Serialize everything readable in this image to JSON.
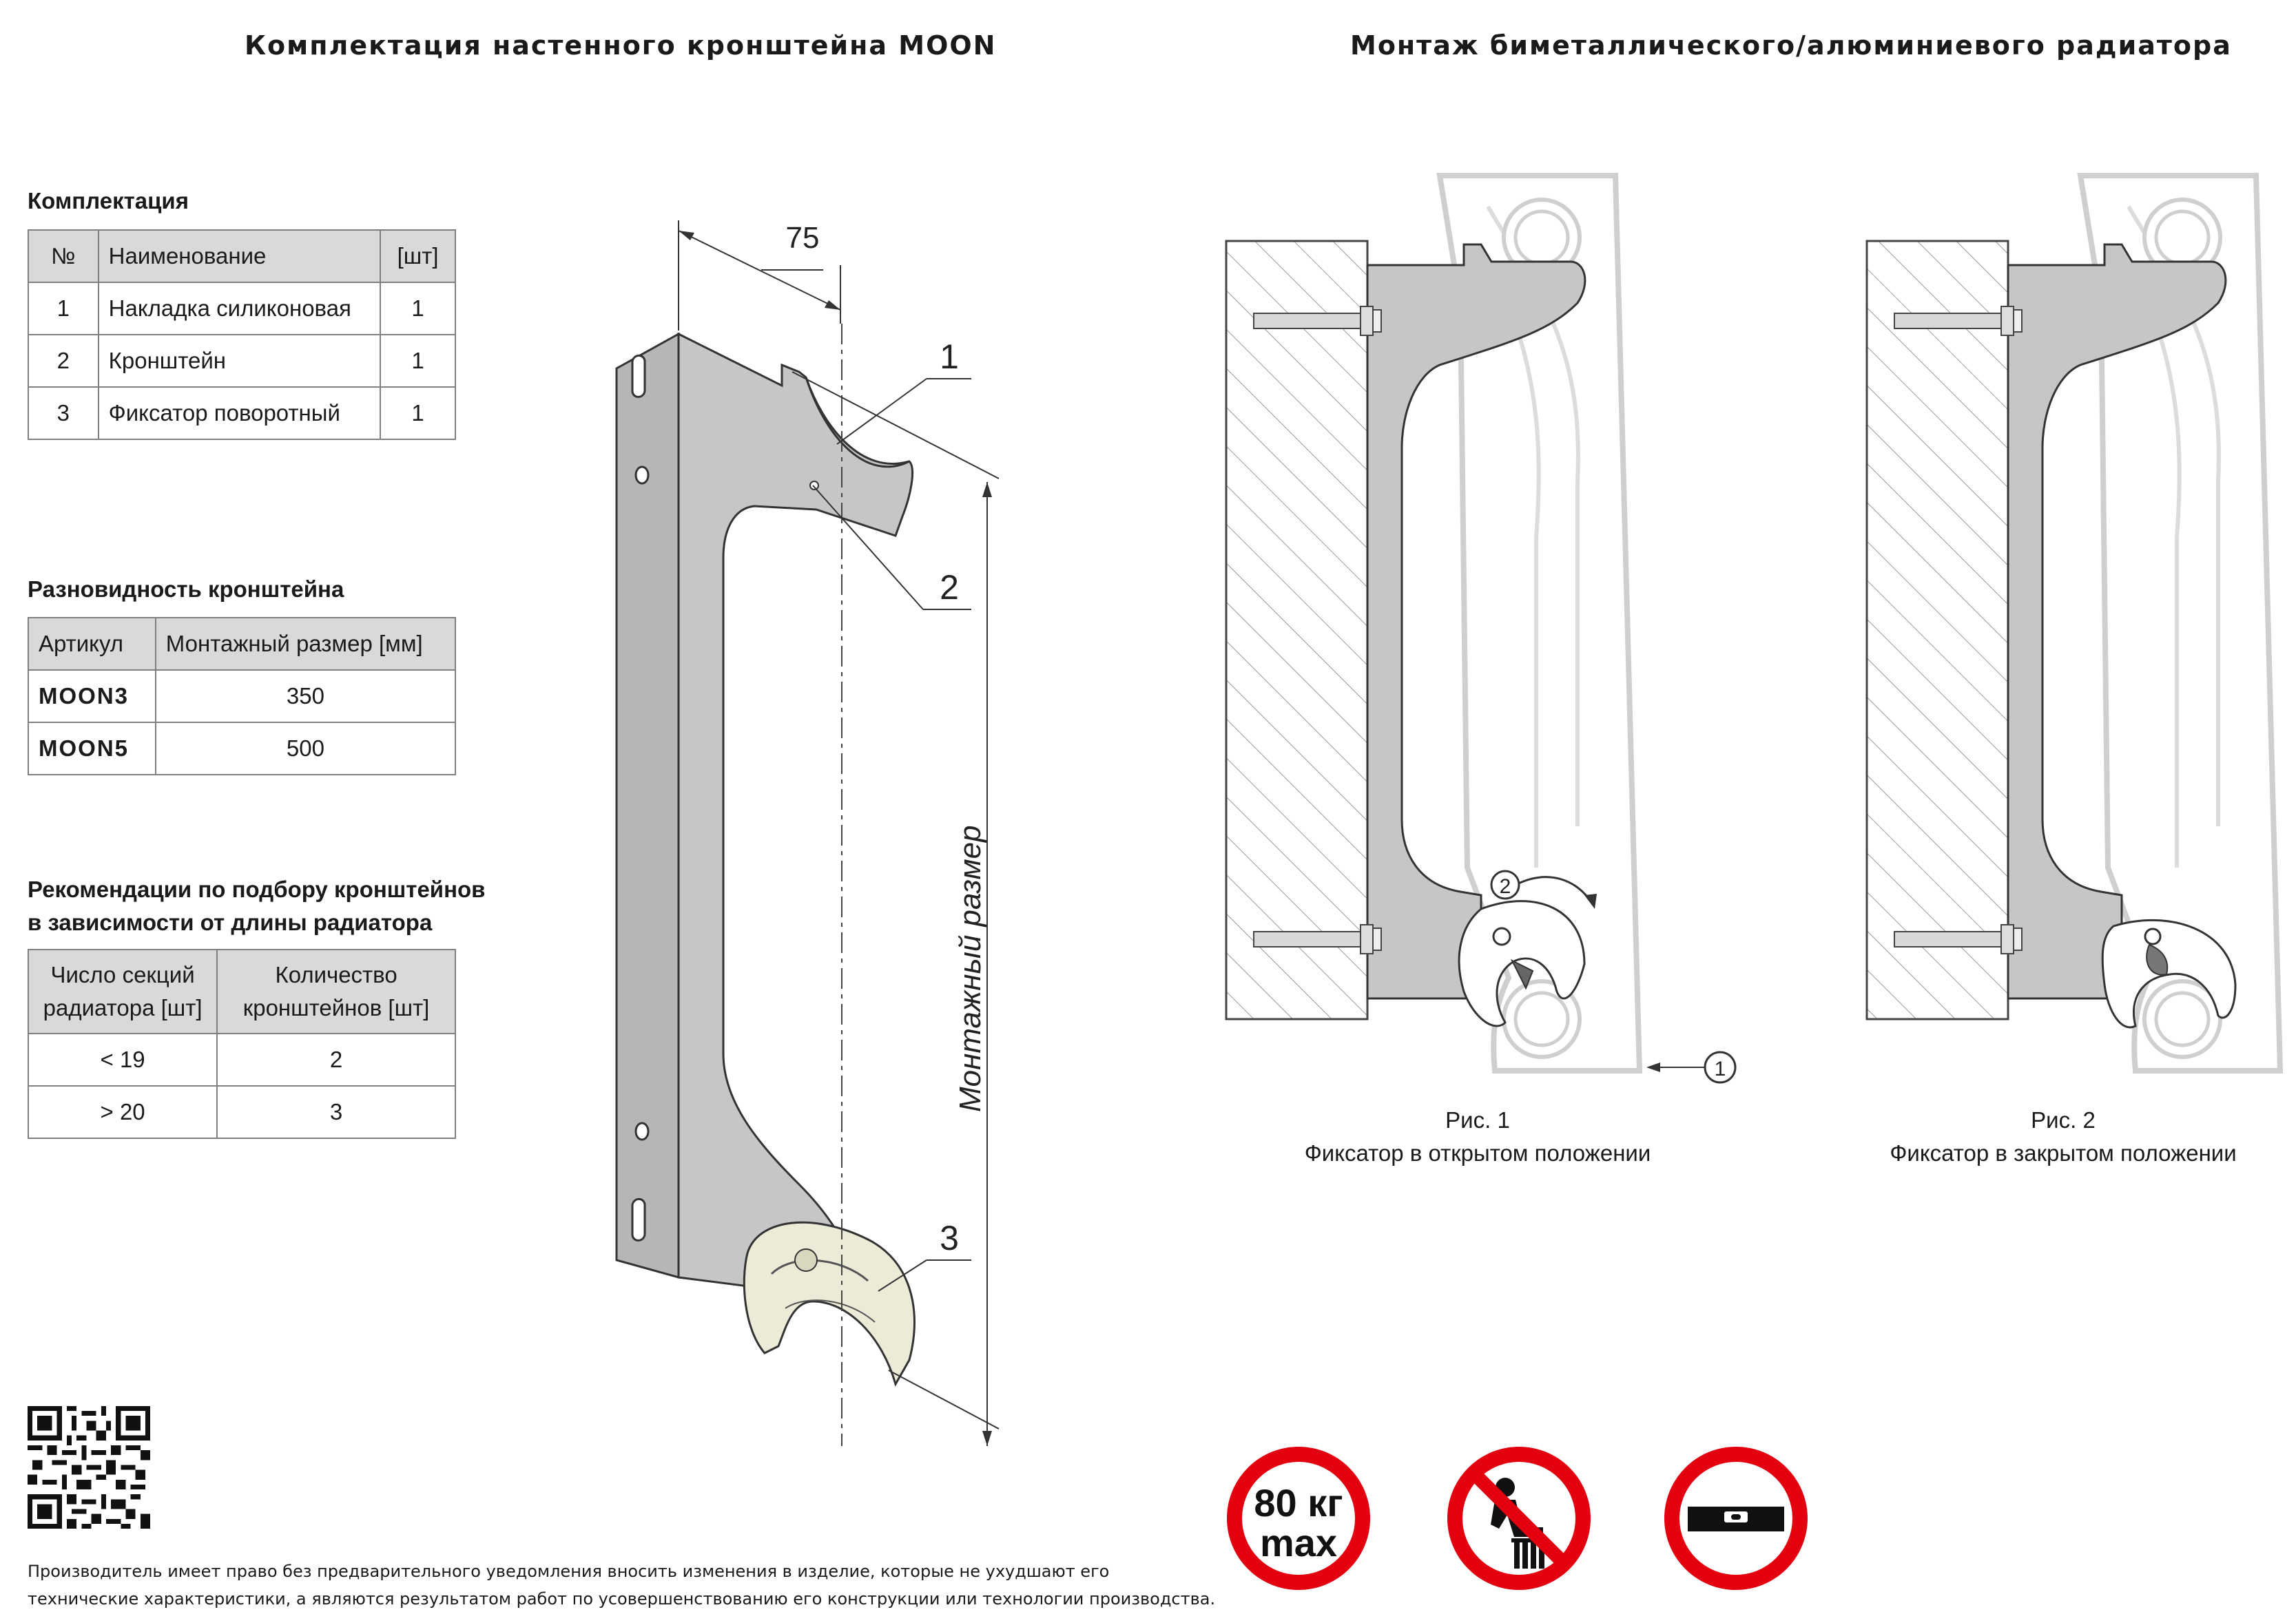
{
  "titles": {
    "left": "Комплектация настенного кронштейна MOON",
    "right": "Монтаж биметаллического/алюминиевого радиатора"
  },
  "kit": {
    "heading": "Комплектация",
    "headers": [
      "№",
      "Наименование",
      "[шт]"
    ],
    "rows": [
      [
        "1",
        "Накладка силиконовая",
        "1"
      ],
      [
        "2",
        "Кронштейн",
        "1"
      ],
      [
        "3",
        "Фиксатор поворотный",
        "1"
      ]
    ]
  },
  "variants": {
    "heading": "Разновидность кронштейна",
    "headers": [
      "Артикул",
      "Монтажный размер [мм]"
    ],
    "rows": [
      [
        "MOON3",
        "350"
      ],
      [
        "MOON5",
        "500"
      ]
    ]
  },
  "recommend": {
    "heading_line1": "Рекомендации по подбору кронштейнов",
    "heading_line2": "в зависимости от длины радиатора",
    "headers": [
      [
        "Число секций",
        "радиатора [шт]"
      ],
      [
        "Количество",
        "кронштейнов [шт]"
      ]
    ],
    "rows": [
      [
        "< 19",
        "2"
      ],
      [
        "> 20",
        "3"
      ]
    ]
  },
  "drawing": {
    "dim_75": "75",
    "label_mount_size": "Монтажный размер",
    "callouts": [
      "1",
      "2",
      "3"
    ]
  },
  "figures": {
    "fig1_num": "Рис. 1",
    "fig1_caption": "Фиксатор в открытом положении",
    "fig2_num": "Рис. 2",
    "fig2_caption": "Фиксатор в закрытом положении",
    "callout_1": "1",
    "callout_2": "2"
  },
  "icons": {
    "weight_line1": "80 кг",
    "weight_line2": "max",
    "icon_names": [
      "max-load-icon",
      "no-sitting-icon",
      "level-icon"
    ]
  },
  "footer": {
    "line1": "Производитель имеет право без предварительного уведомления вносить изменения в изделие, которые не ухудшают его",
    "line2": "технические характеристики, а являются результатом работ по усовершенствованию его конструкции или технологии производства."
  },
  "colors": {
    "red": "#e3000f",
    "steel": "#c5c6c8",
    "header_fill": "#d9d9d9",
    "radiator_outline": "#cfcfcf"
  }
}
